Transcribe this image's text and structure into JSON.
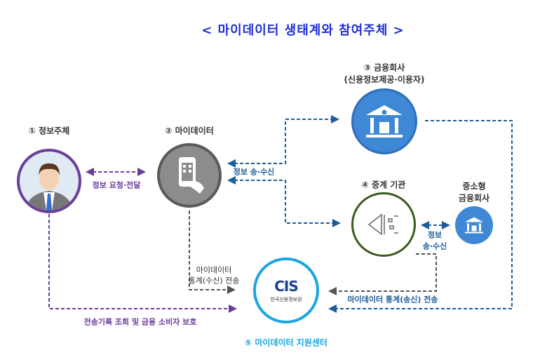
{
  "title": "< 마이데이터 생태계와 참여주체 >",
  "nodes": {
    "subject": {
      "label": "① 정보주체"
    },
    "mydata": {
      "label": "② 마이데이터"
    },
    "financial": {
      "label": "③ 금융회사",
      "sublabel": "(신용정보제공·이용자)"
    },
    "relay": {
      "label": "④ 중계 기관"
    },
    "small_fin": {
      "label_line1": "중소형",
      "label_line2": "금융회사"
    },
    "center": {
      "label": "⑤ 마이데이터 지원센터",
      "logo_text": "CIS",
      "logo_caption": "한국신용정보원"
    }
  },
  "edges": {
    "request": "정보 요청·전달",
    "exchange": "정보 송·수신",
    "relay_exchange_1": "정보",
    "relay_exchange_2": "송·수신",
    "stats_recv_1": "마이데이터",
    "stats_recv_2": "통계(수신) 전송",
    "stats_send": "마이데이터 통계(송신) 전송",
    "protection": "전송기록 조회 및 금융 소비자 보호"
  },
  "colors": {
    "title": "#1f2fd6",
    "purple": "#6a3d9a",
    "blue": "#1d5d9b",
    "bank": "#3f88d6",
    "green": "#3b5a1e",
    "cis": "#1aa6e0"
  }
}
